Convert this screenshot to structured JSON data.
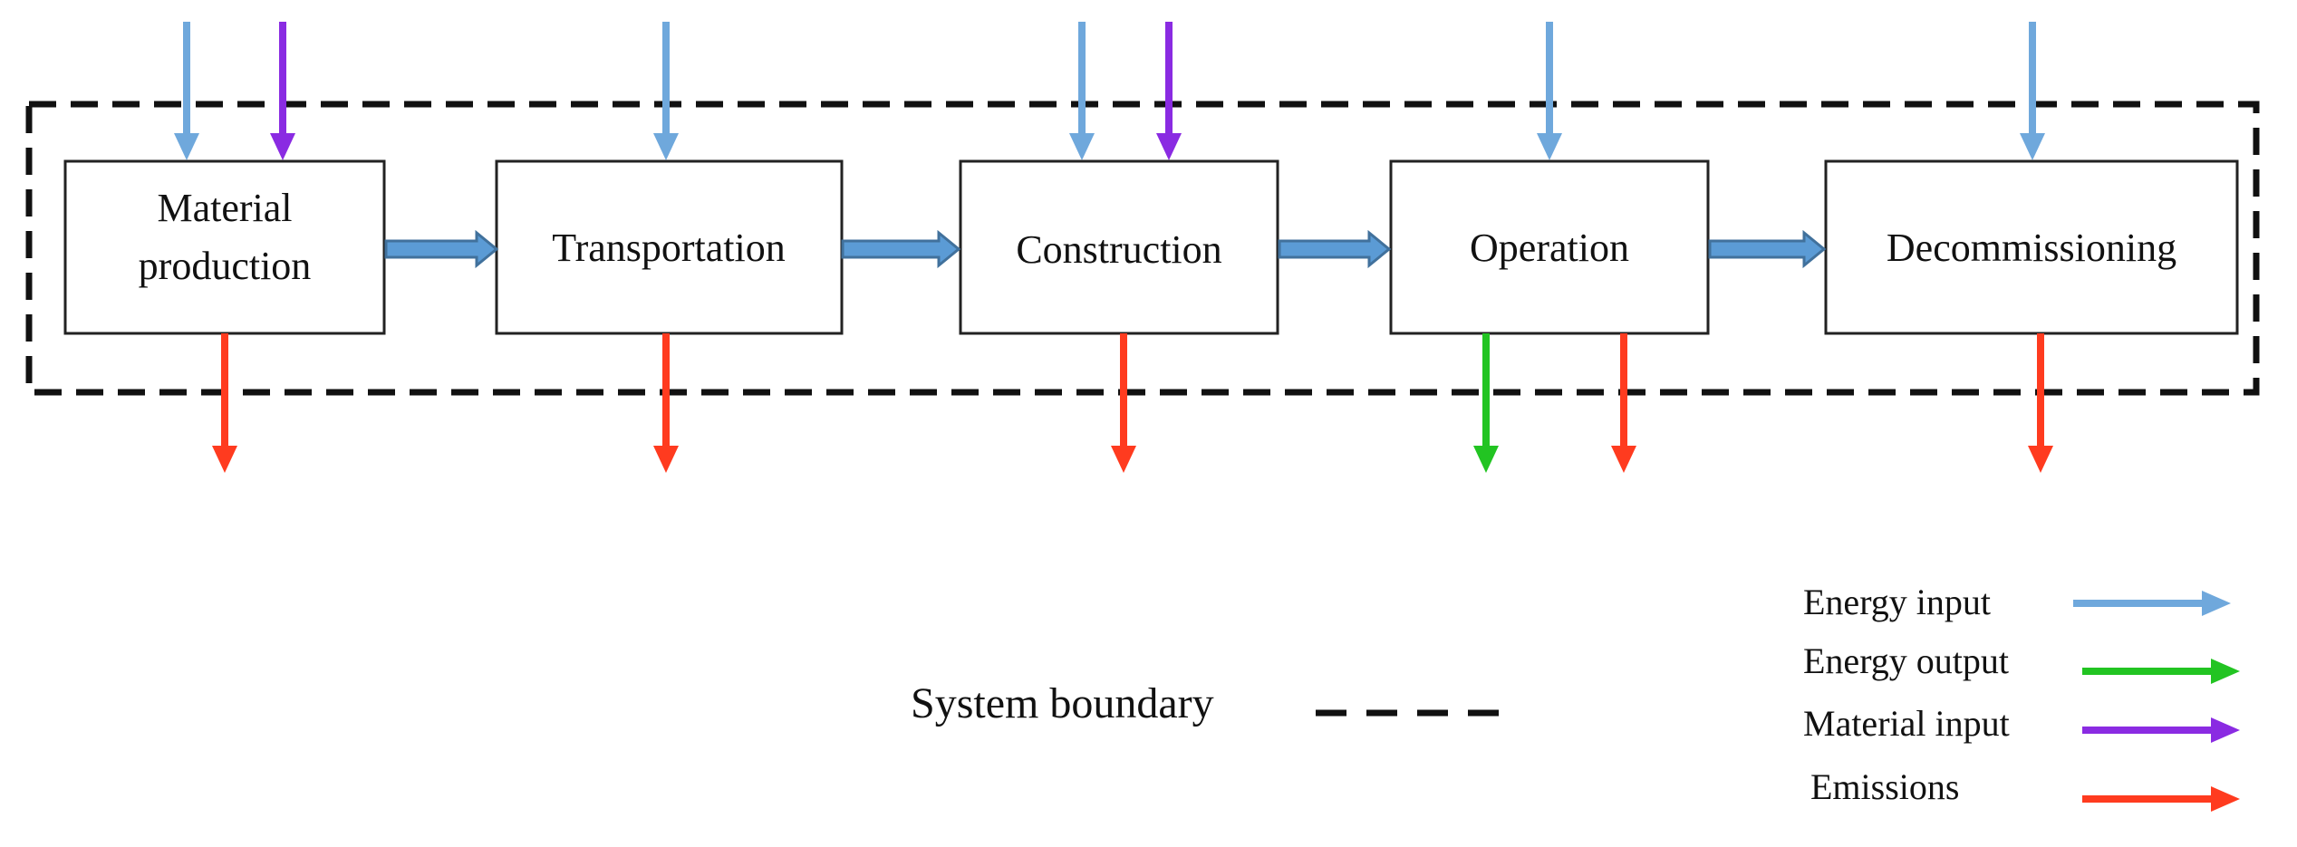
{
  "stages": [
    {
      "label_lines": [
        "Material",
        "production"
      ]
    },
    {
      "label_lines": [
        "Transportation"
      ]
    },
    {
      "label_lines": [
        "Construction"
      ]
    },
    {
      "label_lines": [
        "Operation"
      ]
    },
    {
      "label_lines": [
        "Decommissioning"
      ]
    }
  ],
  "flows": {
    "inputs": [
      {
        "stage": 0,
        "kind": "energy_input"
      },
      {
        "stage": 0,
        "kind": "material_input"
      },
      {
        "stage": 1,
        "kind": "energy_input"
      },
      {
        "stage": 2,
        "kind": "energy_input"
      },
      {
        "stage": 2,
        "kind": "material_input"
      },
      {
        "stage": 3,
        "kind": "energy_input"
      },
      {
        "stage": 4,
        "kind": "energy_input"
      }
    ],
    "outputs": [
      {
        "stage": 0,
        "kind": "emissions"
      },
      {
        "stage": 1,
        "kind": "emissions"
      },
      {
        "stage": 2,
        "kind": "emissions"
      },
      {
        "stage": 3,
        "kind": "energy_output"
      },
      {
        "stage": 3,
        "kind": "emissions"
      },
      {
        "stage": 4,
        "kind": "emissions"
      }
    ]
  },
  "legend": {
    "system_boundary": "System boundary",
    "items": [
      {
        "key": "energy_input",
        "label": "Energy input",
        "color": "#6fa8dc"
      },
      {
        "key": "energy_output",
        "label": "Energy output",
        "color": "#22c422"
      },
      {
        "key": "material_input",
        "label": "Material input",
        "color": "#8a2be2"
      },
      {
        "key": "emissions",
        "label": "Emissions",
        "color": "#ff3b1f"
      }
    ]
  },
  "colors": {
    "process_arrow_fill": "#5b9bd5",
    "process_arrow_stroke": "#41719c",
    "box_stroke": "#222222",
    "boundary": "#111111"
  }
}
